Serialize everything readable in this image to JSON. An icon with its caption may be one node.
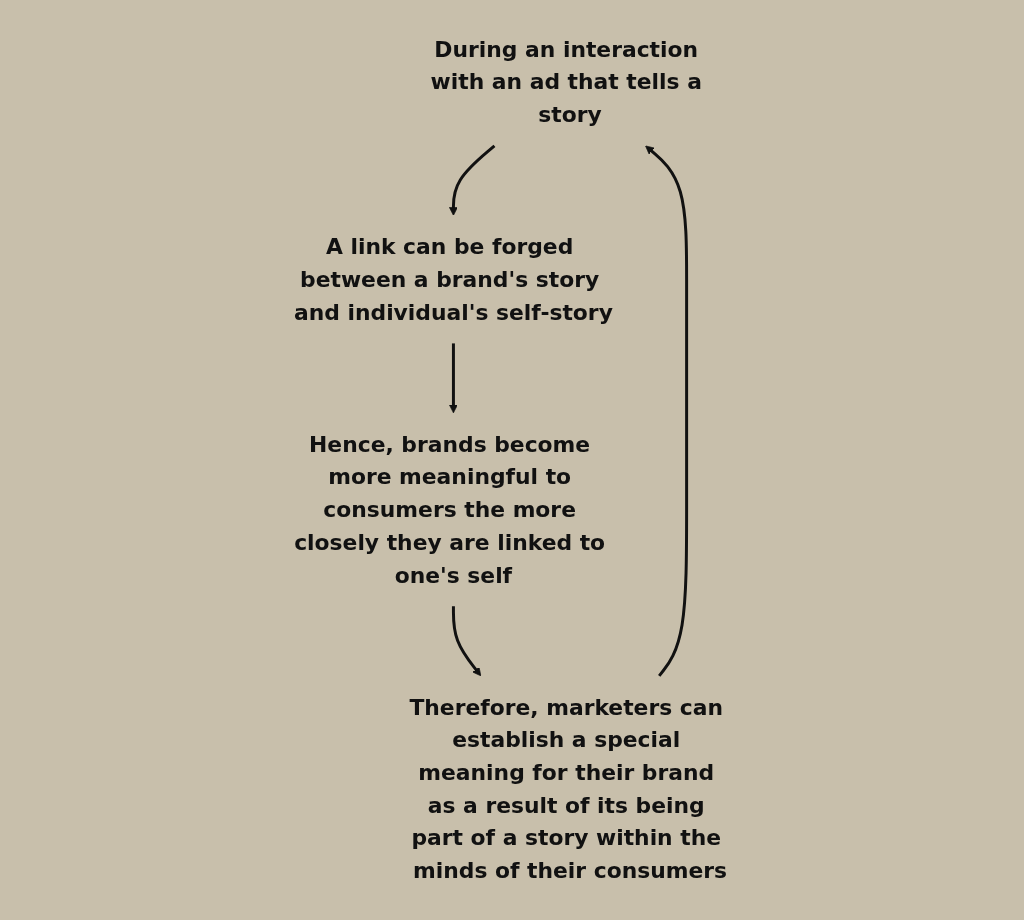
{
  "diagram": {
    "nodes": [
      {
        "text": [
          "During an interaction with an ad that tells a story"
        ]
      },
      {
        "text": [
          "A link can be forged between a brand's story and individual's self-story"
        ]
      },
      {
        "text": [
          "Hence, brands become more meaningful to consumers the more closely they are linked to one's self"
        ]
      },
      {
        "text": [
          "Therefore, marketers can establish a special meaning for their brand as a result of its being part of a story within the minds of their consumers"
        ]
      }
    ],
    "edges": [
      {
        "from": 0,
        "to": 1,
        "arrow": "to"
      },
      {
        "from": 1,
        "to": 2,
        "arrow": "to"
      },
      {
        "from": 2,
        "to": 3,
        "arrow": "to"
      },
      {
        "from": 3,
        "to": 0,
        "arrow": "to"
      }
    ]
  }
}
